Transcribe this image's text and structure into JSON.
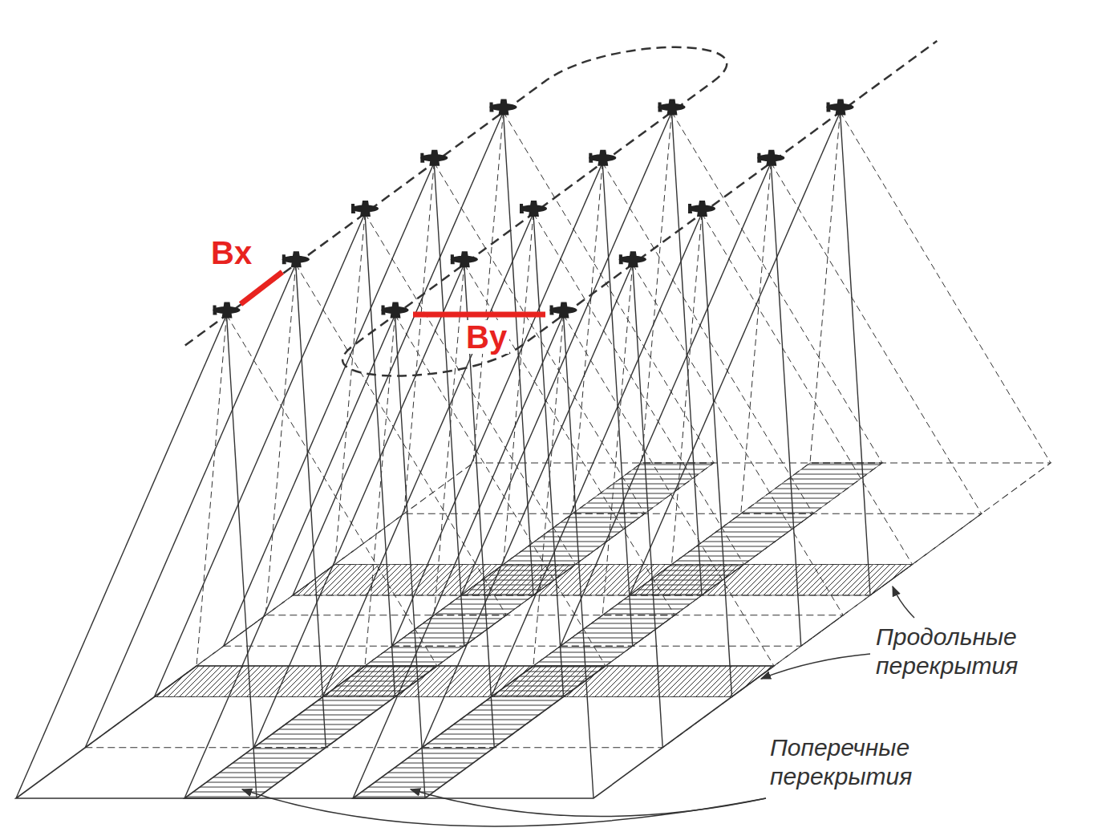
{
  "diagram": {
    "labels": [
      "Bx",
      "By",
      "Продольные перекрытия",
      "Поперечные перекрытия"
    ]
  }
}
